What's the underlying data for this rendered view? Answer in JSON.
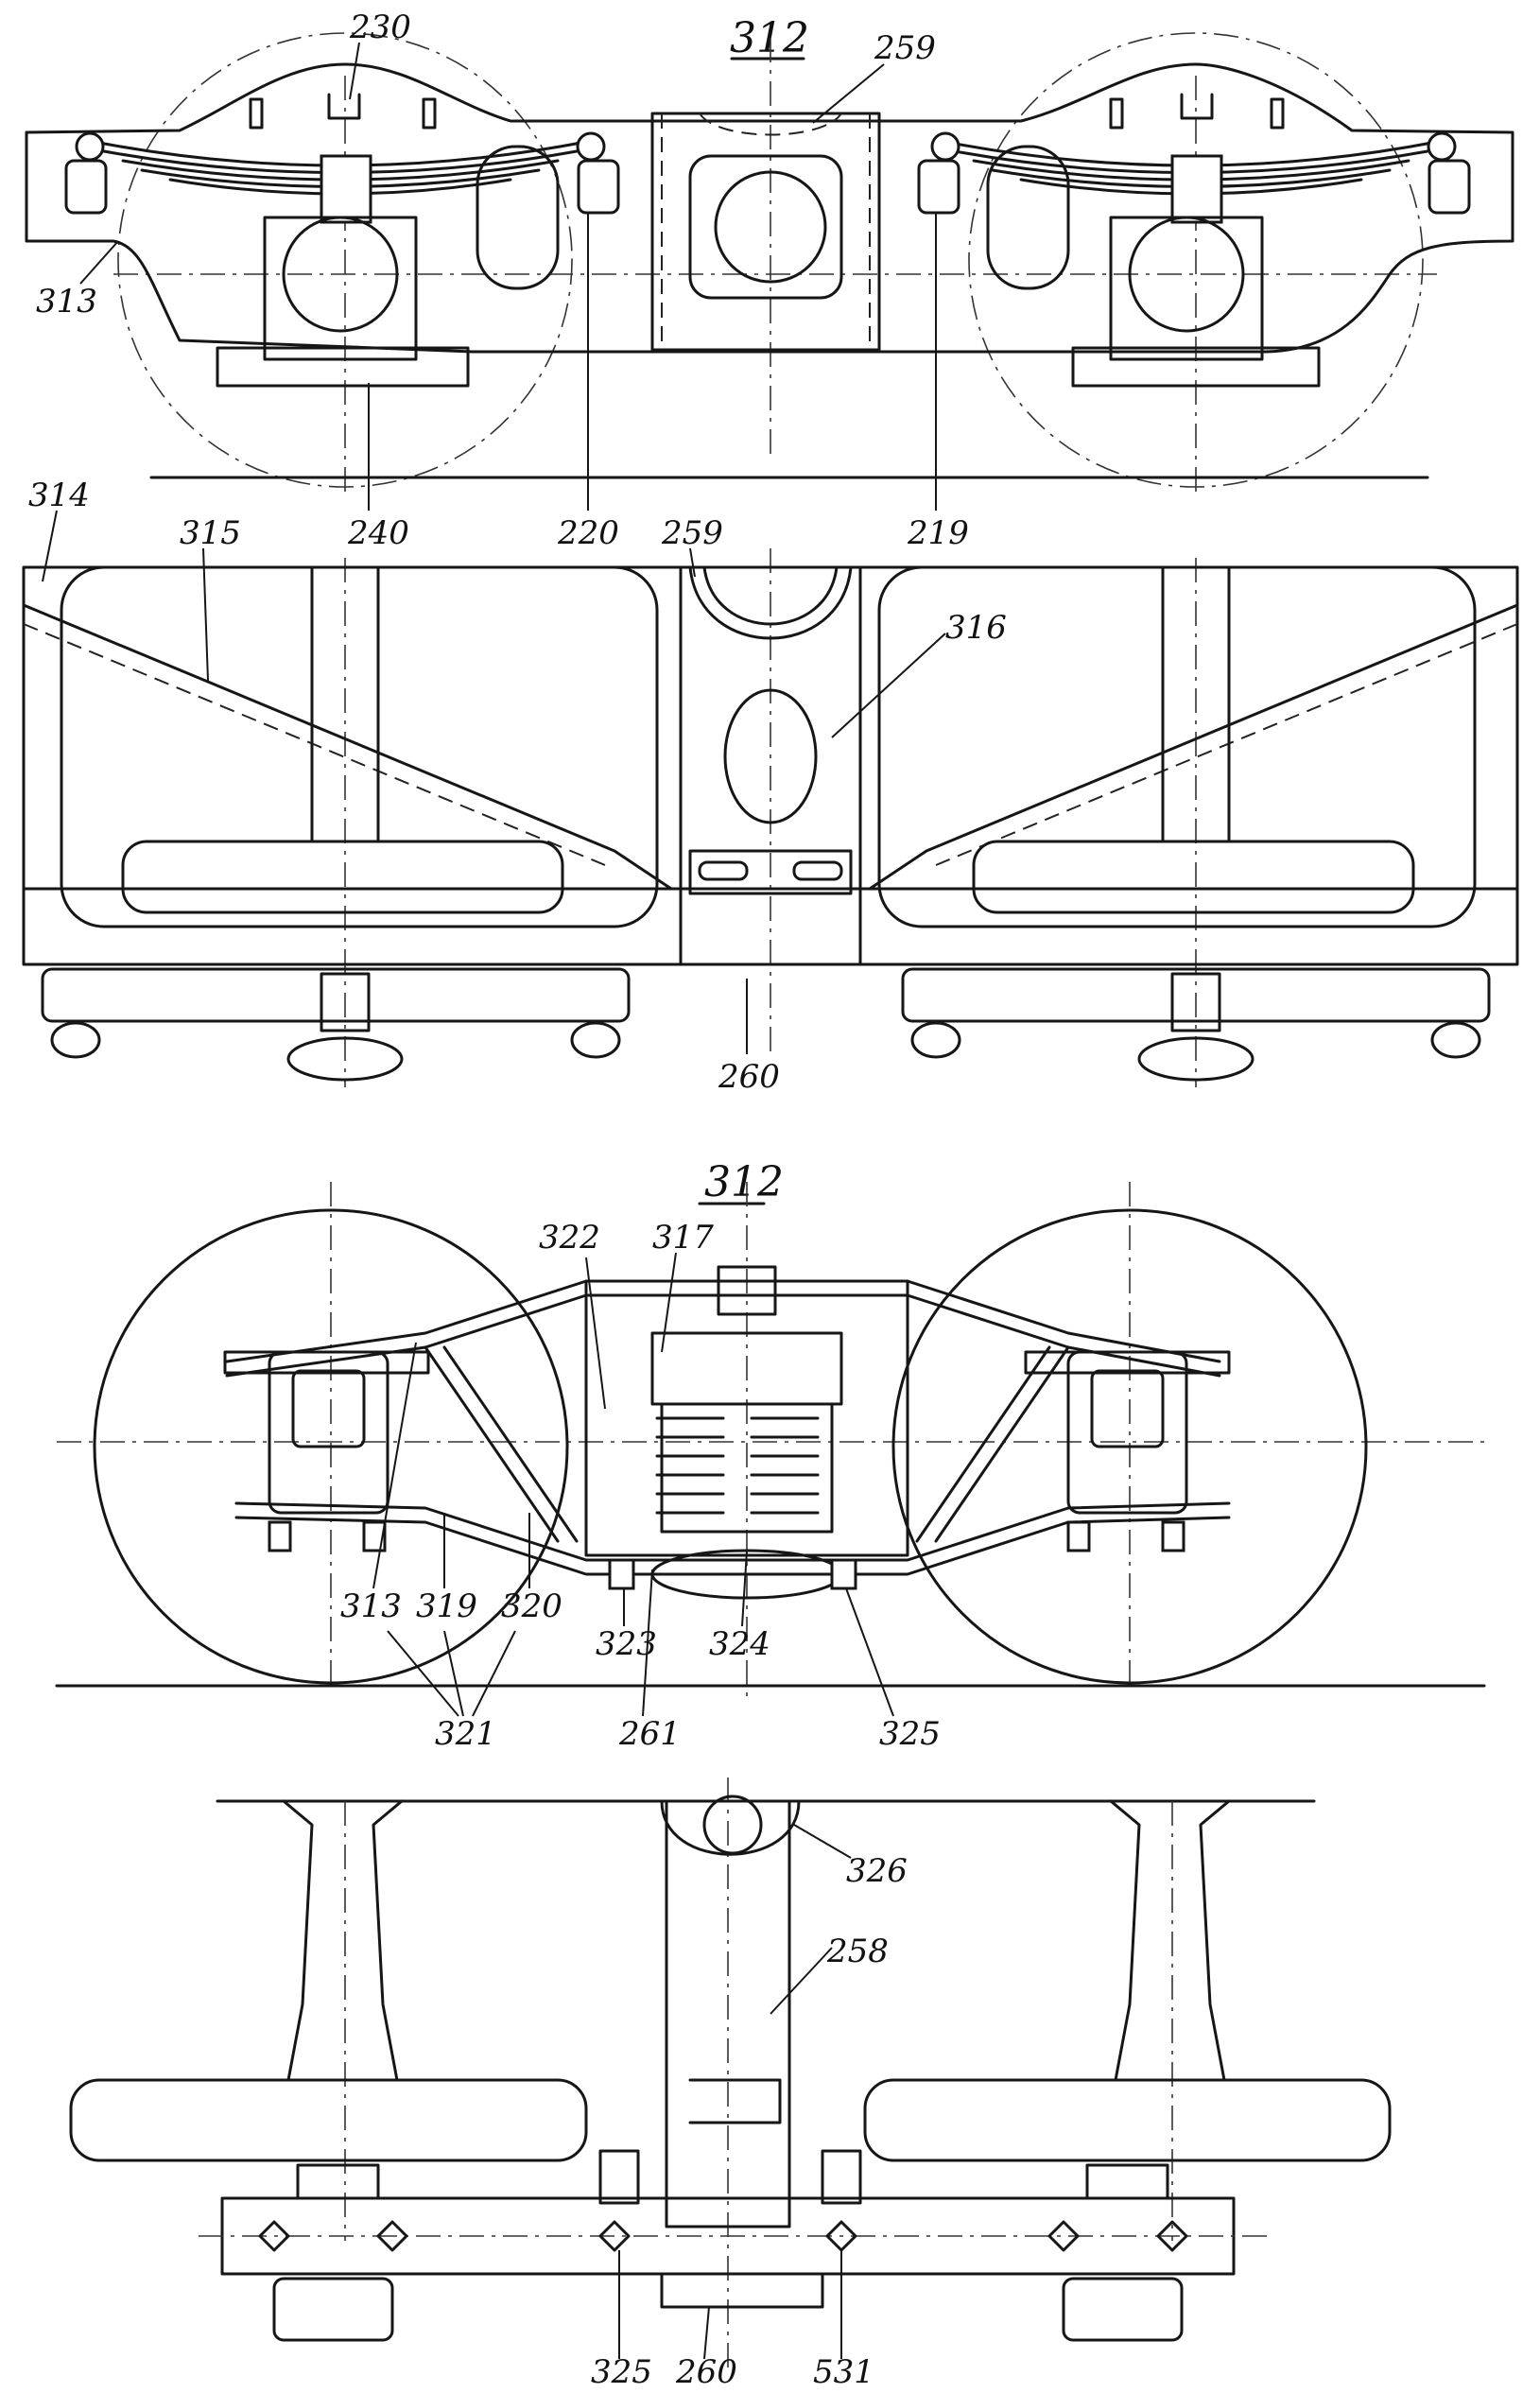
{
  "views": {
    "side_top": {
      "title": "312",
      "callouts": [
        "230",
        "259",
        "313",
        "240",
        "220",
        "219"
      ]
    },
    "plan_top": {
      "callouts": [
        "314",
        "315",
        "259",
        "316",
        "260"
      ]
    },
    "side_bottom": {
      "title": "312",
      "callouts": [
        "322",
        "317",
        "313",
        "319",
        "320",
        "321",
        "323",
        "324",
        "261",
        "325"
      ]
    },
    "plan_bottom": {
      "callouts": [
        "326",
        "258",
        "325",
        "260",
        "531"
      ]
    }
  }
}
